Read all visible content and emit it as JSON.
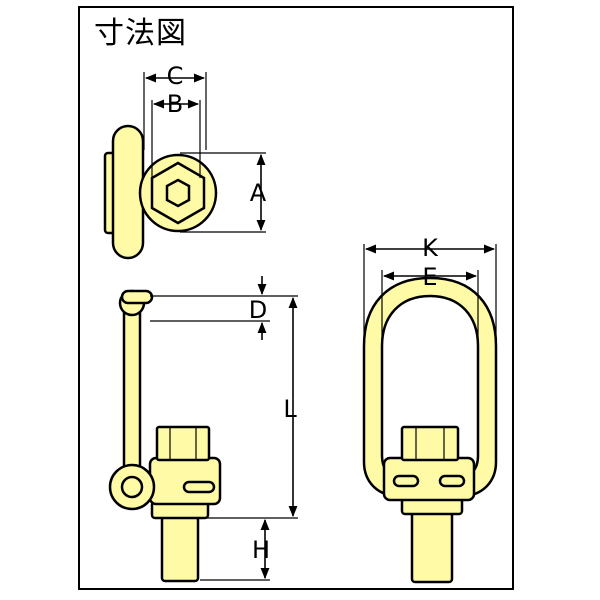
{
  "title": "寸法図",
  "colors": {
    "part_fill": "#fffaa6",
    "outline": "#000000",
    "background": "#ffffff"
  },
  "dimensions": {
    "a": "A",
    "b": "B",
    "c": "C",
    "d": "D",
    "e": "E",
    "h": "H",
    "k": "K",
    "l": "L"
  }
}
